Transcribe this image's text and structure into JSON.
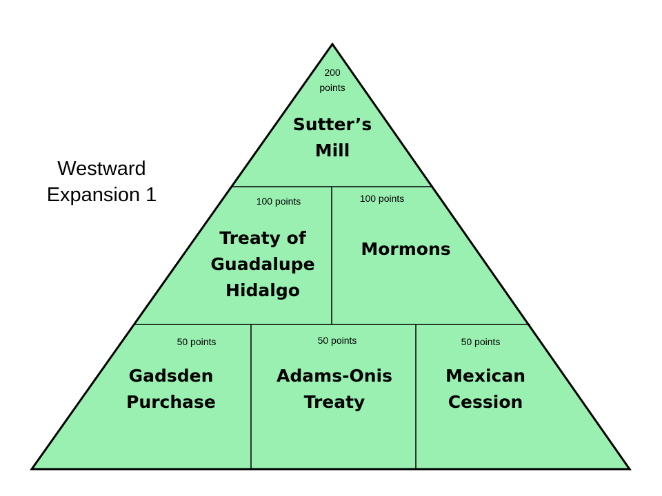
{
  "title": {
    "line1": "Westward",
    "line2": "Expansion 1"
  },
  "colors": {
    "fill": "#99f0b0",
    "stroke": "#000000"
  },
  "tiles": [
    {
      "points": "200 points",
      "points_line1": "200",
      "points_line2": "points",
      "topic_line1": "Sutter’s",
      "topic_line2": "Mill"
    },
    {
      "points": "100 points",
      "topic_line1": "Treaty of",
      "topic_line2": "Guadalupe",
      "topic_line3": "Hidalgo"
    },
    {
      "points": "100 points",
      "topic_line1": "Mormons"
    },
    {
      "points": "50 points",
      "topic_line1": "Gadsden",
      "topic_line2": "Purchase"
    },
    {
      "points": "50 points",
      "topic_line1": "Adams-Onis",
      "topic_line2": "Treaty"
    },
    {
      "points": "50 points",
      "topic_line1": "Mexican",
      "topic_line2": "Cession"
    }
  ]
}
